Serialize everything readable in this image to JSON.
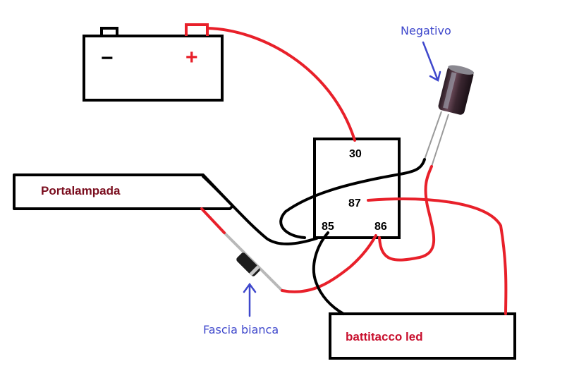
{
  "battery": {
    "minus_symbol": "−",
    "plus_symbol": "+"
  },
  "relay": {
    "pin_30": "30",
    "pin_87": "87",
    "pin_85": "85",
    "pin_86": "86"
  },
  "capacitor": {
    "label": "Negativo"
  },
  "lamp_holder": {
    "label": "Portalampada"
  },
  "diode": {
    "label": "Fascia bianca"
  },
  "led_strip": {
    "label": "battitacco led"
  },
  "colors": {
    "wire_red": "#e8202a",
    "wire_black": "#000000",
    "label_dark_red": "#7a0d1e",
    "label_red": "#c8102e",
    "annotation_blue": "#3f48cc"
  }
}
